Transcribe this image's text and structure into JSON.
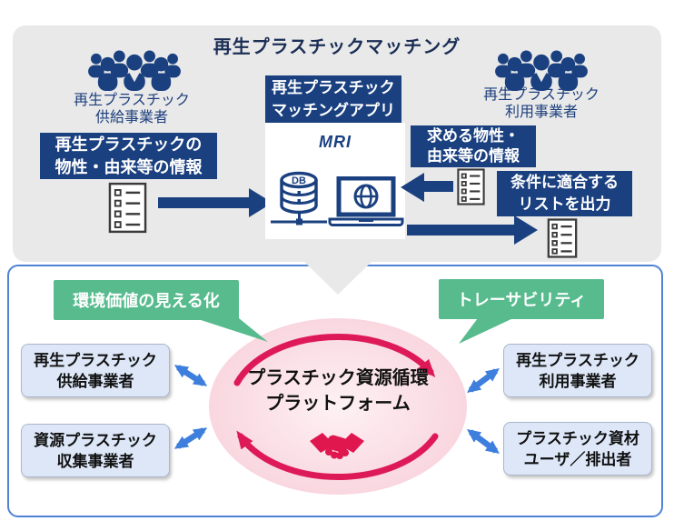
{
  "top_panel": {
    "title": "再生プラスチックマッチング",
    "supplier_group": {
      "line1": "再生プラスチック",
      "line2": "供給事業者"
    },
    "supplier_info_box": {
      "line1": "再生プラスチックの",
      "line2": "物性・由来等の情報"
    },
    "app_box": {
      "header_line1": "再生プラスチック",
      "header_line2": "マッチングアプリ",
      "logo": "MRI",
      "db_label": "DB"
    },
    "user_group": {
      "line1": "再生プラスチック",
      "line2": "利用事業者"
    },
    "user_info_box": {
      "line1": "求める物性・",
      "line2": "由来等の情報"
    },
    "output_box": {
      "line1": "条件に適合する",
      "line2": "リストを出力"
    }
  },
  "bottom_panel": {
    "left_callout": "環境価値の見える化",
    "right_callout": "トレーサビリティ",
    "platform": {
      "line1": "プラスチック資源循環",
      "line2": "プラットフォーム"
    },
    "member_boxes": [
      {
        "id": "supplier",
        "line1": "再生プラスチック",
        "line2": "供給事業者"
      },
      {
        "id": "collector",
        "line1": "資源プラスチック",
        "line2": "収集事業者"
      },
      {
        "id": "user",
        "line1": "再生プラスチック",
        "line2": "利用事業者"
      },
      {
        "id": "material-user",
        "line1": "プラスチック資材",
        "line2": "ユーザ／排出者"
      }
    ]
  },
  "icons": {
    "left_group": "people-group-icon",
    "right_group": "people-group-icon",
    "database": "database-icon",
    "laptop": "laptop-globe-icon",
    "documents": "checklist-document-icon",
    "handshake": "handshake-icon",
    "cycle": "circular-arrows-icon"
  },
  "colors": {
    "navy": "#1a4080",
    "title_navy": "#1b2e55",
    "panel_gray": "#e9e9e9",
    "green": "#57bb8e",
    "border_blue": "#4f82d4",
    "arrow_blue": "#3e7edd",
    "member_fill": "#dde7f8",
    "pink_outer": "#f8ccd7",
    "pink_inner": "#fdf1f4",
    "crimson": "#dd1a57",
    "handshake_red": "#e0164f"
  }
}
